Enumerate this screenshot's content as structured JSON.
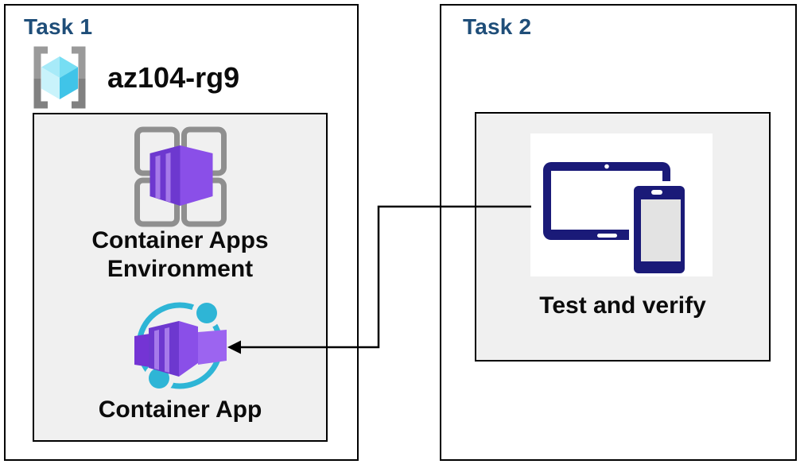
{
  "task1": {
    "title": "Task 1",
    "resource_group": {
      "name": "az104-rg9",
      "icon": "resource-group-icon"
    },
    "nodes": [
      {
        "id": "container-apps-environment",
        "icon": "container-apps-environment-icon",
        "label": "Container Apps Environment",
        "label_line1": "Container Apps",
        "label_line2": "Environment"
      },
      {
        "id": "container-app",
        "icon": "container-app-icon",
        "label": "Container App"
      }
    ]
  },
  "task2": {
    "title": "Task 2",
    "node": {
      "id": "test-and-verify",
      "icon": "devices-icon",
      "label": "Test and verify"
    }
  },
  "connector": {
    "from": "test-and-verify",
    "to": "container-app",
    "type": "elbow-arrow"
  },
  "colors": {
    "task_title_blue": "#1F4E79",
    "panel_fill": "#F0F0F0",
    "border_black": "#000000",
    "label_text": "#0B0B0B",
    "azure_cyan": "#2EB5D6",
    "purple_face_dark": "#6D38CF",
    "purple_face_bright": "#8A4FE8",
    "purple_stripe": "#A67AEA",
    "device_navy": "#1A1A78",
    "device_screen_gray": "#E3E3E3",
    "grid_gray": "#8F8F8F",
    "bracket_gray": "#9A9A9A",
    "cube_cyan_light": "#C9F3FB",
    "cube_cyan_dark": "#40C4E8"
  }
}
